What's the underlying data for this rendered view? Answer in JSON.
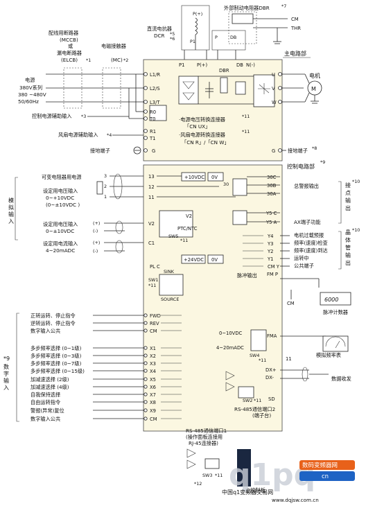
{
  "colors": {
    "panel_fill": "#fbf7e1",
    "line": "#222222",
    "badge_orange": "#e8611a",
    "badge_blue": "#1e63c4",
    "watermark": "#c9ced6"
  },
  "top": {
    "dbr_label": "外部制动电阻器DBR",
    "dbr_note": "*7",
    "cm": "CM",
    "thr": "THR",
    "dcr_label": "直流电抗器",
    "dcr_code": "DCR",
    "dcr_notes": [
      "*5",
      "*6"
    ],
    "p_plus": "P(+)",
    "p1": "P1",
    "p": "P",
    "db": "DB"
  },
  "left_top": {
    "breaker": [
      "配线用断路器",
      "(MCCB)",
      "或",
      "漏电断路器",
      "(ELCB)"
    ],
    "breaker_note": "*1",
    "contactor": [
      "电磁接触器",
      "(MC)"
    ],
    "contactor_note": "*2",
    "power": [
      "电源",
      "380V系列",
      "380 ~480V",
      "50/60Hz"
    ],
    "aux_ctrl": "控制电源辅助输入",
    "aux_ctrl_note": "*3",
    "fan_aux": "风扇电源辅助输入",
    "fan_aux_note": "*4",
    "ground": "接地端子"
  },
  "main_circuit": {
    "title": "主电路部",
    "terminals_left": [
      "L1/R",
      "L2/S",
      "L3/T",
      "R0",
      "T0",
      "R1",
      "T1",
      "G"
    ],
    "terminals_top": [
      "P1",
      "P(+)",
      "DBR",
      "DB",
      "N(-)"
    ],
    "terminals_right": [
      "U",
      "V",
      "W",
      "G"
    ],
    "motor": "电机",
    "motor_symbol": "M",
    "voltage_switch": [
      "·电源电压转换连接器",
      "「CN UX」"
    ],
    "voltage_switch_note": "*11",
    "fan_switch": [
      "·风扇电源转换连接器",
      "「CN R」/「CN W」"
    ],
    "fan_switch_note": "*11",
    "ground_right": "接地端子",
    "ground_right_note": "*8"
  },
  "control": {
    "title": "控制电路部",
    "title_note": "*9",
    "analog_group": [
      "模",
      "拟",
      "输",
      "入"
    ],
    "pot_label": "可变电阻器用电源",
    "pot_pins": [
      "3",
      "2",
      "1"
    ],
    "v_in_label": [
      "设定用电压输入",
      "0~+10VDC",
      "(0~±10VDC )"
    ],
    "v2_label": [
      "设定用电压输入",
      "0~±10VDC"
    ],
    "i_label": [
      "设定用电流输入",
      "4~20mADC"
    ],
    "plus": "(+)",
    "minus": "(-)",
    "terms_analog": [
      "13",
      "12",
      "11",
      "V2",
      "C1"
    ],
    "vdc10": "+10VDC",
    "ov": "0V",
    "v2_box": "V2",
    "ptc": "PTC/NTC",
    "sw5": "SW5",
    "vdc24": "+24VDC",
    "plc": "PL C",
    "sink": "SINK",
    "source": "SOURCE",
    "sw1": "SW1",
    "digital_group": [
      "数",
      "字",
      "输",
      "入"
    ],
    "digital_group_note": "*9",
    "digital_inputs": [
      {
        "label": "正转运转、停止指令",
        "term": "FWD"
      },
      {
        "label": "逆转运转、停止指令",
        "term": "REV"
      },
      {
        "label": "数字输入公共",
        "term": "CM"
      },
      {
        "label": "多步频率选择 (0~1级)",
        "term": "X1"
      },
      {
        "label": "多步频率选择 (0~3级)",
        "term": "X2"
      },
      {
        "label": "多步频率选择 (0~7级)",
        "term": "X3"
      },
      {
        "label": "多步频率选择 (0~15级)",
        "term": "X4"
      },
      {
        "label": "加减速选择 (2级)",
        "term": "X5"
      },
      {
        "label": "加减速选择 (4级)",
        "term": "X6"
      },
      {
        "label": "自我保持选择",
        "term": "X7"
      },
      {
        "label": "自由运转指令",
        "term": "X8"
      },
      {
        "label": "警报(异常)复位",
        "term": "X9"
      },
      {
        "label": "数字输入公共",
        "term": "CM"
      }
    ],
    "alarm_terms": [
      "30C",
      "30B",
      "30A"
    ],
    "alarm_label": "总警报输出",
    "y5c": "Y5 C",
    "y5a": "Y5 A",
    "relay_label": "AX端子功能",
    "contact_group": [
      "接",
      "点",
      "输",
      "出"
    ],
    "contact_note": "*10",
    "transistor_terms": [
      "Y4",
      "Y3",
      "Y2",
      "Y1",
      "CM Y"
    ],
    "transistor_labels": [
      "电机过载预报",
      "频率(速度)检查",
      "频率(速度)到达",
      "运转中",
      "公共端子"
    ],
    "transistor_group": [
      "晶",
      "体",
      "管",
      "输",
      "出"
    ],
    "transistor_note": "*10",
    "pulse_out": "脉冲输出",
    "fmp": "FM P",
    "counter_display": "6000",
    "counter_label": "脉冲计数器",
    "fm_range1": "0~10VDC",
    "fm_range2": "4~20mADC",
    "fma": "FMA",
    "sw4": "SW4",
    "cm_term": "CM",
    "cm11": "11",
    "meter_label": "模拟频率表",
    "dxp": "DX+",
    "dxm": "DX-",
    "sd": "SD",
    "sw2": "SW2",
    "comm_label": "数据收发",
    "rs485_2": [
      "RS-485通信端口2",
      "(端子台)"
    ],
    "rs485_1": [
      "RS-485通信端口1",
      "(操作面板连接用",
      "RJ-45连接器)"
    ],
    "sw3": "SW3",
    "note11": "*11",
    "note12": "*12",
    "footer_tag": "主控制板"
  },
  "watermark": {
    "logo": "q1pq",
    "cn_url": "中国q1变频器交易网",
    "badge": "数码变频器网",
    "badge2": "cn",
    "url": "www.dqjsw.com.cn"
  }
}
